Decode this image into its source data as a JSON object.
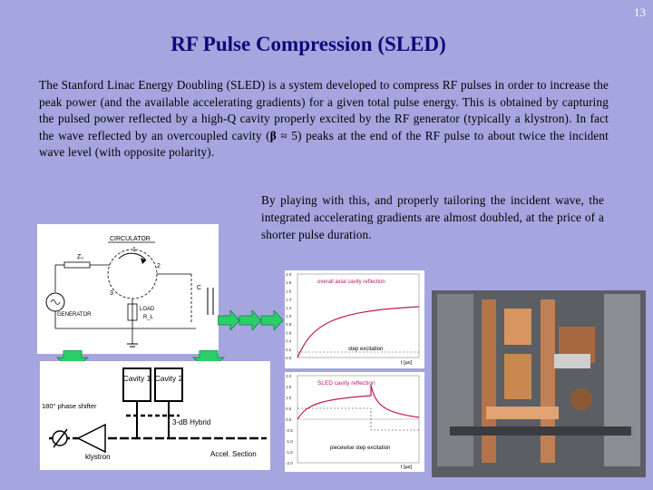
{
  "page_number": "13",
  "title": "RF Pulse Compression (SLED)",
  "paragraph1_a": "The Stanford Linac Energy Doubling (SLED) is a system developed to compress RF pulses in order to increase the peak power (and the available accelerating gradients) for a given total pulse energy.  This is obtained by capturing the pulsed power reflected by a high-Q cavity properly excited by the RF generator (typically a klystron). In fact the wave reflected by an overcoupled cavity (",
  "beta_symbol": "β",
  "paragraph1_b": " ≈ 5) peaks at the end of the RF pulse to about twice the incident wave level (with opposite polarity).",
  "paragraph2": "By playing with this, and properly tailoring the incident wave, the integrated accelerating gradients are almost doubled, at the price of a shorter pulse duration.",
  "circuit": {
    "circulator": "CIRCULATOR",
    "z0": "Z₀",
    "port1": "1",
    "port2": "2",
    "port3": "3",
    "cap": "C",
    "load": "LOAD",
    "rl": "R_L",
    "generator": "GENERATOR"
  },
  "sled_schematic": {
    "cavity1": "Cavity\n1",
    "cavity2": "Cavity\n2",
    "hybrid": "3-dB Hybrid",
    "phase_shifter": "180° phase\nshifter",
    "klystron": "klystron",
    "accel": "Accel. Section"
  },
  "plot1": {
    "title": "overall axial cavity reflection",
    "label": "step excitation",
    "xunit": "t [µs]",
    "yticks": [
      "2.0",
      "1.8",
      "1.6",
      "1.4",
      "1.2",
      "1.0",
      "0.8",
      "0.6",
      "0.4",
      "0.2",
      "0.0"
    ]
  },
  "plot2": {
    "title": "SLED cavity reflection",
    "label": "piecewise step excitation",
    "xunit": "t [µs]",
    "yticks": [
      "2.0",
      "1.5",
      "1.0",
      "0.5",
      "0.0",
      "-0.5",
      "-1.0",
      "-1.5",
      "-2.0"
    ]
  },
  "colors": {
    "title": "#0b0b7a",
    "background": "#a5a5df",
    "arrow": "#2bcf6a",
    "curve": "#c2185b"
  }
}
